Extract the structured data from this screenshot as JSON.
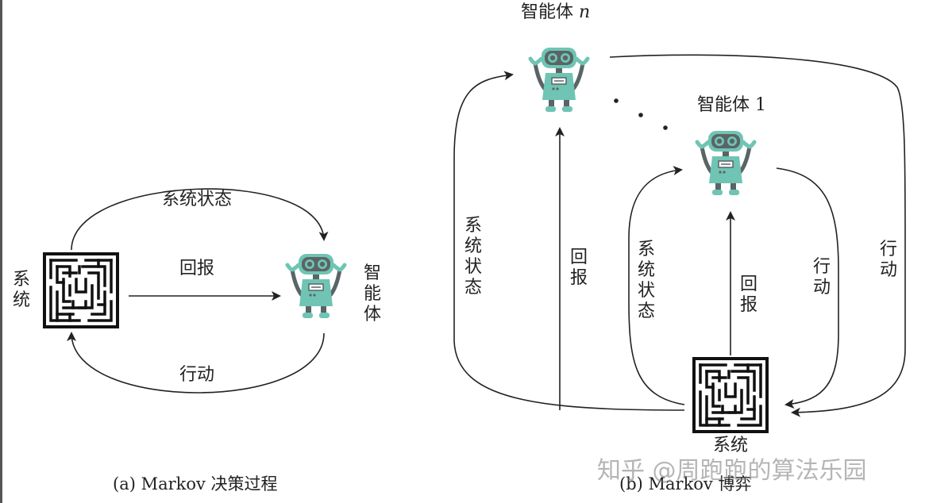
{
  "panel_a": {
    "system_label": "系统",
    "agent_label": "智能体",
    "state_label": "系统状态",
    "reward_label": "回报",
    "action_label": "行动",
    "caption": "(a) Markov 决策过程"
  },
  "panel_b": {
    "agent_n_label": "智能体",
    "agent_n_var": "n",
    "agent_1_label": "智能体 1",
    "system_label": "系统",
    "outer_state_label": "系统状态",
    "outer_reward_label": "回报",
    "inner_state_label": "系统状态",
    "inner_reward_label": "回报",
    "inner_action_label": "行动",
    "outer_action_label": "行动",
    "caption": "(b) Markov 博弈"
  },
  "watermark": "知乎 @周跑跑的算法乐园",
  "colors": {
    "robot_body": "#6fc4b4",
    "robot_dark": "#5a6466",
    "maze": "#111111",
    "arrow": "#222222"
  },
  "icons": [
    "robot-icon",
    "maze-icon"
  ]
}
